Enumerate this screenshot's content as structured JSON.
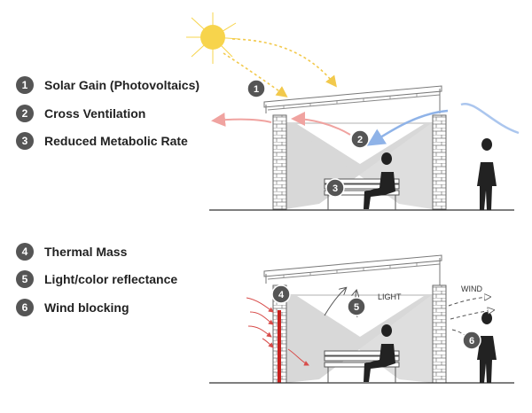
{
  "legend_top": [
    {
      "num": "1",
      "label": "Solar Gain (Photovoltaics)"
    },
    {
      "num": "2",
      "label": "Cross Ventilation"
    },
    {
      "num": "3",
      "label": "Reduced Metabolic Rate"
    }
  ],
  "legend_bottom": [
    {
      "num": "4",
      "label": "Thermal Mass"
    },
    {
      "num": "5",
      "label": "Light/color reflectance"
    },
    {
      "num": "6",
      "label": "Wind blocking"
    }
  ],
  "diagram_labels": {
    "light": "LIGHT",
    "wind": "WIND"
  },
  "colors": {
    "badge": "#555555",
    "sun": "#f7d44c",
    "solar_rays": "#f2c94c",
    "cool_air": "#8fb3e8",
    "warm_air": "#f0a3a0",
    "thermal_red": "#c8201e",
    "shade": "#d8d8d8"
  }
}
